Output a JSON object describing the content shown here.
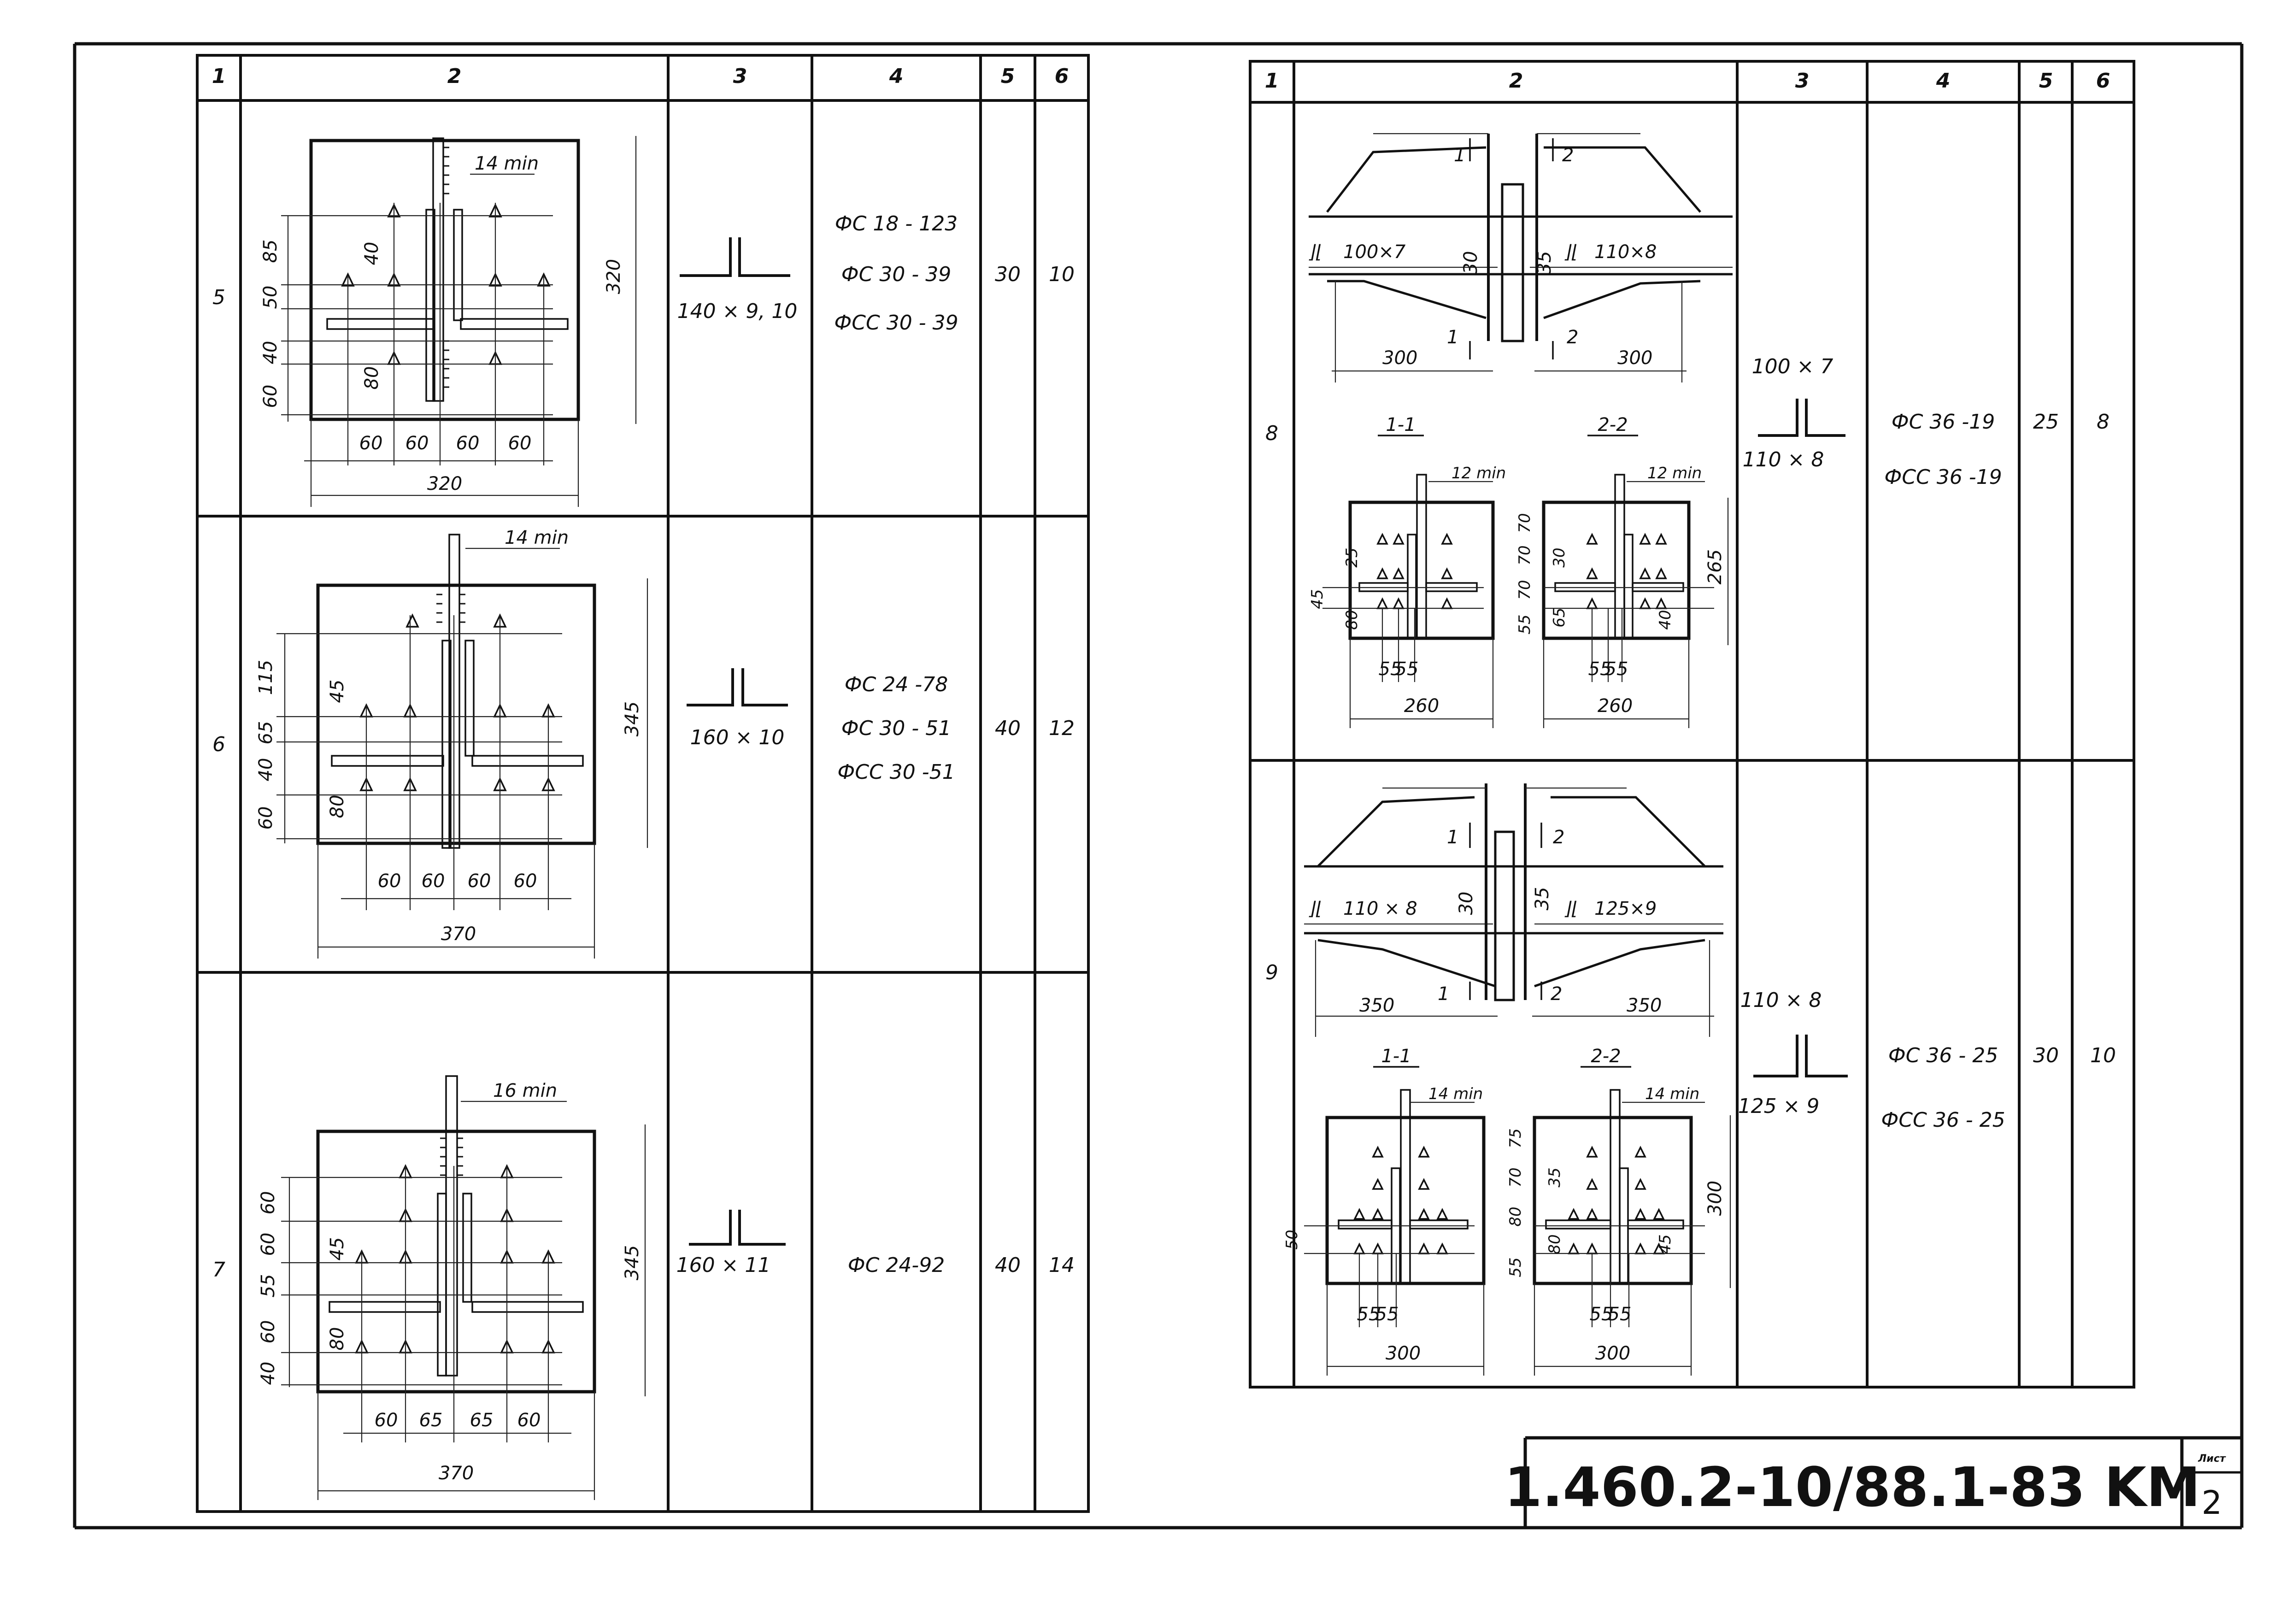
{
  "doc": {
    "code": "1.460.2-10/88.1-83 KM",
    "sheet_label": "Лист",
    "sheet_number": "2"
  },
  "header": [
    "1",
    "2",
    "3",
    "4",
    "5",
    "6"
  ],
  "left_table": {
    "rows": [
      {
        "no": "5",
        "profile": "140 × 9, 10",
        "marks": [
          "ФС 18 - 123",
          "ФС 30 - 39",
          "ФСС 30 - 39"
        ],
        "col5": "30",
        "col6": "10",
        "dims": {
          "tmin": "14 min",
          "v": [
            "85",
            "50",
            "40",
            "60"
          ],
          "v_inner_top": "40",
          "v_inner_bot": "80",
          "h": [
            "60",
            "60",
            "60",
            "60"
          ],
          "total_w": "320",
          "total_h": "320"
        }
      },
      {
        "no": "6",
        "profile": "160 × 10",
        "marks": [
          "ФС 24 -78",
          "ФС 30 - 51",
          "ФСС 30 -51"
        ],
        "col5": "40",
        "col6": "12",
        "dims": {
          "tmin": "14 min",
          "v": [
            "115",
            "65",
            "40",
            "60"
          ],
          "v_inner_top": "45",
          "v_inner_bot": "80",
          "h": [
            "60",
            "60",
            "60",
            "60"
          ],
          "total_w": "370",
          "total_h": "345"
        }
      },
      {
        "no": "7",
        "profile": "160 × 11",
        "marks": [
          "ФС 24-92"
        ],
        "col5": "40",
        "col6": "14",
        "dims": {
          "tmin": "16 min",
          "v": [
            "60",
            "60",
            "55",
            "60",
            "40"
          ],
          "v_inner_top": "45",
          "v_inner_bot": "80",
          "h": [
            "60",
            "65",
            "65",
            "60"
          ],
          "total_w": "370",
          "total_h": "345"
        }
      }
    ]
  },
  "right_table": {
    "rows": [
      {
        "no": "8",
        "profile_top": "100 × 7",
        "profile_bot": "110 × 8",
        "marks": [
          "ФС 36 -19",
          "ФСС 36 -19"
        ],
        "col5": "25",
        "col6": "8",
        "elevation": {
          "left_angle": "100×7",
          "right_angle": "110×8",
          "left_gap": "30",
          "right_gap": "35",
          "left_len": "300",
          "right_len": "300",
          "cut1": "1",
          "cut2": "2"
        },
        "sections": [
          {
            "label": "1-1",
            "tmin": "12 min",
            "v": [
              "25",
              "45",
              "80"
            ],
            "h": [
              "55",
              "55"
            ],
            "w": "260"
          },
          {
            "label": "2-2",
            "tmin": "12 min",
            "v": [
              "30",
              "65",
              "40"
            ],
            "v_right": [
              "70",
              "70",
              "70",
              "55"
            ],
            "h": [
              "55",
              "55"
            ],
            "w": "260",
            "total_h": "265"
          }
        ]
      },
      {
        "no": "9",
        "profile_top": "110 × 8",
        "profile_bot": "125 × 9",
        "marks": [
          "ФС 36 - 25",
          "ФСС 36 - 25"
        ],
        "col5": "30",
        "col6": "10",
        "elevation": {
          "left_angle": "110 × 8",
          "right_angle": "125×9",
          "left_gap": "30",
          "right_gap": "35",
          "left_len": "350",
          "right_len": "350",
          "cut1": "1",
          "cut2": "2"
        },
        "sections": [
          {
            "label": "1-1",
            "tmin": "14 min",
            "v": [
              "50"
            ],
            "h": [
              "55",
              "55"
            ],
            "w": "300"
          },
          {
            "label": "2-2",
            "tmin": "14 min",
            "v": [
              "35",
              "80",
              "45"
            ],
            "v_right": [
              "75",
              "70",
              "80",
              "55"
            ],
            "h": [
              "55",
              "55"
            ],
            "w": "300",
            "total_h": "300"
          }
        ]
      }
    ]
  }
}
